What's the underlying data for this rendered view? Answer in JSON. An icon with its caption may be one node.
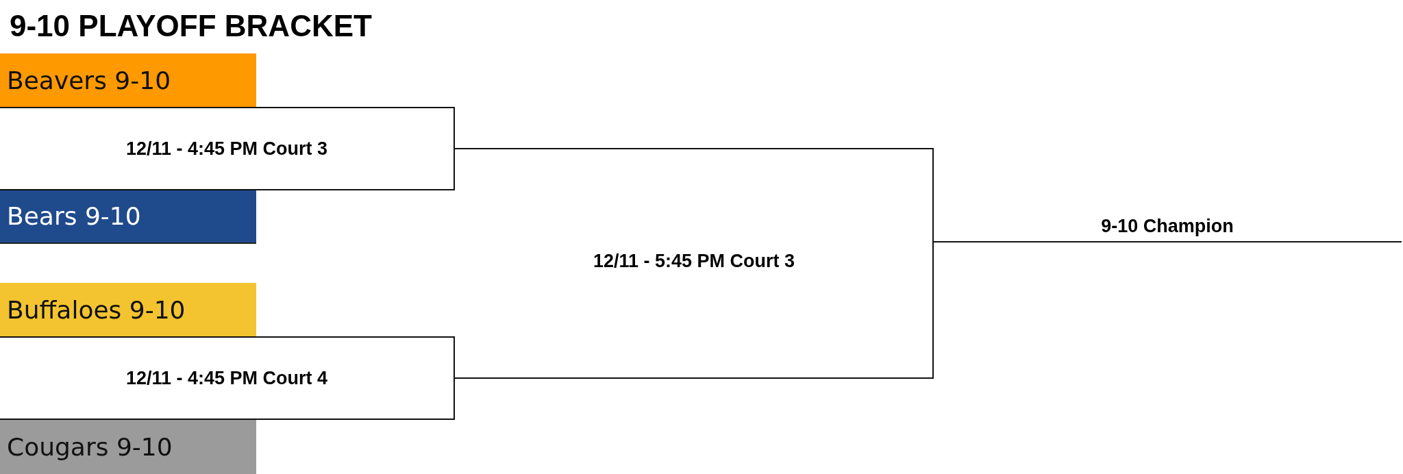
{
  "diagram": {
    "title": "9-10 PLAYOFF BRACKET",
    "nodes": [
      {
        "text": [
          "Beavers 9-10"
        ]
      },
      {
        "text": [
          "Bears 9-10"
        ]
      },
      {
        "text": [
          "Buffaloes 9-10"
        ]
      },
      {
        "text": [
          "Cougars 9-10"
        ]
      },
      {
        "text": [
          "12/11 - 4:45 PM Court 3"
        ]
      },
      {
        "text": [
          "12/11 - 4:45 PM Court 4"
        ]
      },
      {
        "text": [
          "9-10 Champion"
        ]
      }
    ],
    "edges": [
      {
        "from": 4,
        "to": 6,
        "arrow": "none"
      },
      {
        "from": 5,
        "to": 6,
        "arrow": "none"
      }
    ],
    "labels": [
      "12/11 - 5:45 PM Court 3"
    ]
  }
}
